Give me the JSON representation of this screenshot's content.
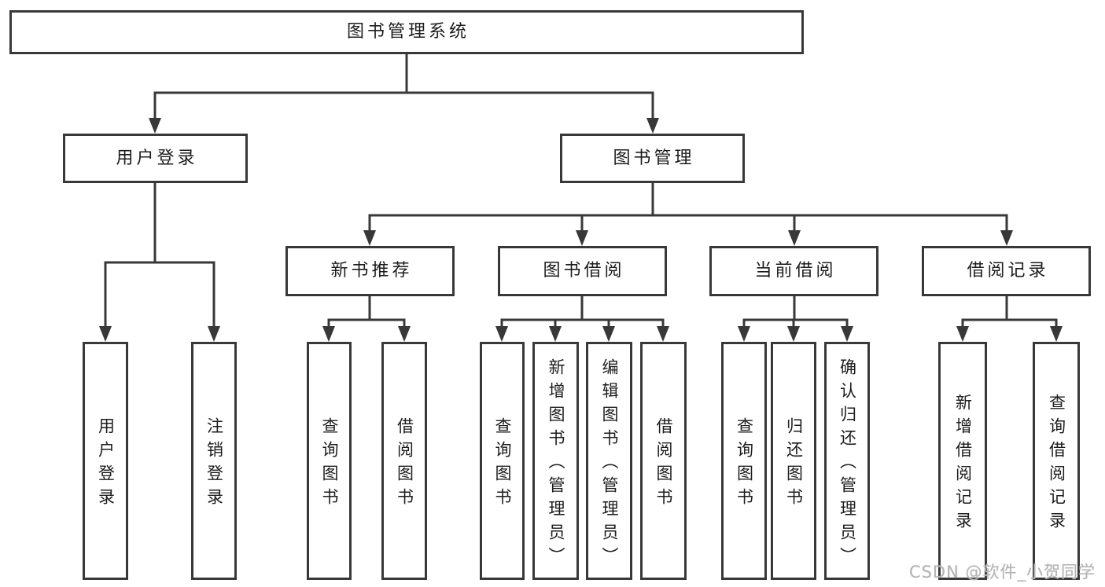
{
  "diagram": {
    "root": {
      "label": "图书管理系统"
    },
    "branches": [
      {
        "label": "用户登录",
        "children": [
          {
            "label": "用户登录"
          },
          {
            "label": "注销登录"
          }
        ]
      },
      {
        "label": "图书管理",
        "children": [
          {
            "label": "新书推荐",
            "children": [
              {
                "label": "查询图书"
              },
              {
                "label": "借阅图书"
              }
            ]
          },
          {
            "label": "图书借阅",
            "children": [
              {
                "label": "查询图书"
              },
              {
                "label": "新增图书（管理员）"
              },
              {
                "label": "编辑图书（管理员）"
              },
              {
                "label": "借阅图书"
              }
            ]
          },
          {
            "label": "当前借阅",
            "children": [
              {
                "label": "查询图书"
              },
              {
                "label": "归还图书"
              },
              {
                "label": "确认归还（管理员）"
              }
            ]
          },
          {
            "label": "借阅记录",
            "children": [
              {
                "label": "新增借阅记录"
              },
              {
                "label": "查询借阅记录"
              }
            ]
          }
        ]
      }
    ]
  },
  "watermark": {
    "text": "CSDN @软件_小贺同学"
  },
  "colors": {
    "line": "#383838",
    "box_border": "#383838",
    "text": "#1c1c1c",
    "watermark": "#b5b5b5",
    "background": "#ffffff"
  }
}
